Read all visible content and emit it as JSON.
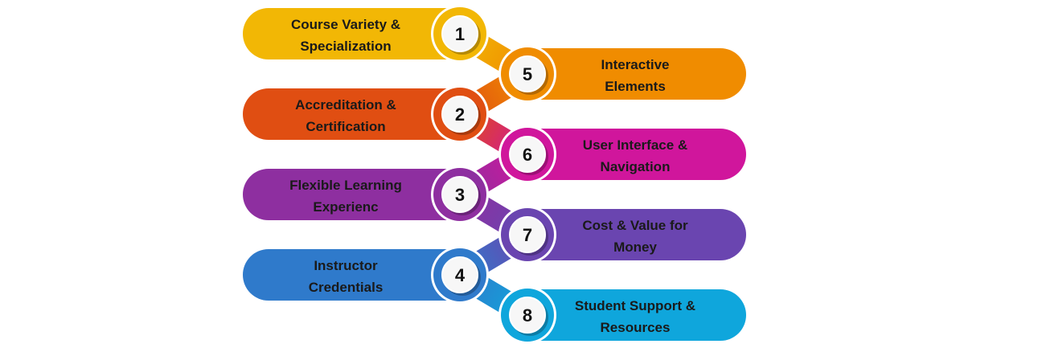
{
  "items": [
    {
      "number": "1",
      "line1": "Course Variety &",
      "line2": "Specialization",
      "color": "#F2B705",
      "side": "left",
      "row": 0
    },
    {
      "number": "2",
      "line1": "Accreditation &",
      "line2": "Certification",
      "color": "#E04E12",
      "side": "left",
      "row": 2
    },
    {
      "number": "3",
      "line1": "Flexible Learning",
      "line2": "Experienc",
      "color": "#8E2FA0",
      "side": "left",
      "row": 4
    },
    {
      "number": "4",
      "line1": "Instructor",
      "line2": "Credentials",
      "color": "#2F7ACB",
      "side": "left",
      "row": 6
    },
    {
      "number": "5",
      "line1": "Interactive",
      "line2": "Elements",
      "color": "#F08C00",
      "side": "right",
      "row": 1
    },
    {
      "number": "6",
      "line1": "User Interface &",
      "line2": "Navigation",
      "color": "#D0169C",
      "side": "right",
      "row": 3
    },
    {
      "number": "7",
      "line1": "Cost & Value for",
      "line2": "Money",
      "color": "#6A45B0",
      "side": "right",
      "row": 5
    },
    {
      "number": "8",
      "line1": "Student Support &",
      "line2": "Resources",
      "color": "#0FA6DC",
      "side": "right",
      "row": 7
    }
  ]
}
